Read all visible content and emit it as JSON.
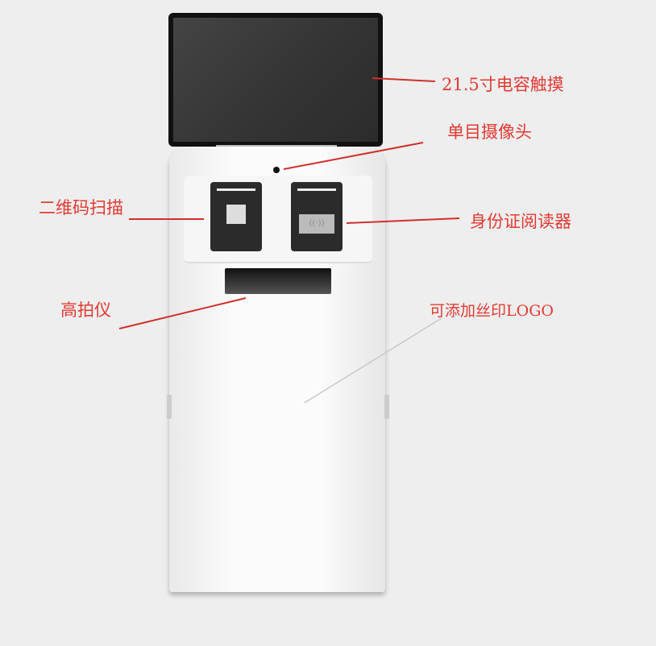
{
  "annotations": {
    "screen": "21.5寸电容触摸",
    "camera": "单目摄像头",
    "qr_scanner": "二维码扫描",
    "id_reader": "身份证阅读器",
    "document_camera": "高拍仪",
    "logo": "可添加丝印LOGO"
  },
  "colors": {
    "annotation": "#e23a33",
    "leader_line": "#d0302a"
  }
}
